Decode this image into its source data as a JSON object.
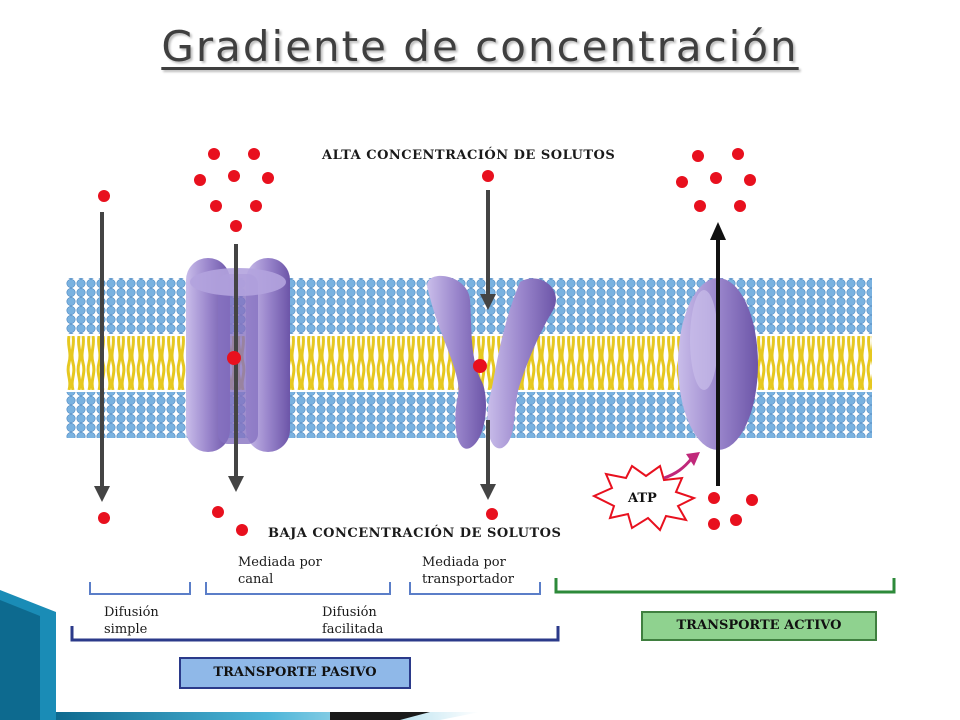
{
  "slide": {
    "title": "Gradiente de concentración"
  },
  "diagram": {
    "top_label": "ALTA CONCENTRACIÓN DE SOLUTOS",
    "bottom_label": "BAJA CONCENTRACIÓN DE SOLUTOS",
    "atp_label": "ATP",
    "channel_label": "Mediada por canal",
    "channel_label_l1": "Mediada por",
    "channel_label_l2": "canal",
    "carrier_label_l1": "Mediada por",
    "carrier_label_l2": "transportador",
    "simple_l1": "Difusión",
    "simple_l2": "simple",
    "facilitated_l1": "Difusión",
    "facilitated_l2": "facilitada",
    "passive_box": "TRANSPORTE PASIVO",
    "active_box": "TRANSPORTE ACTIVO"
  },
  "colors": {
    "solute": "#e8101e",
    "protein": "#9a86cc",
    "lipid_head": "#7ab2e0",
    "lipid_tail": "#f2d94a",
    "passive_box": "#8fb8e8",
    "active_box": "#8fd28f",
    "bracket_blue": "#2b3a8a",
    "bracket_green": "#2d8a3a"
  }
}
